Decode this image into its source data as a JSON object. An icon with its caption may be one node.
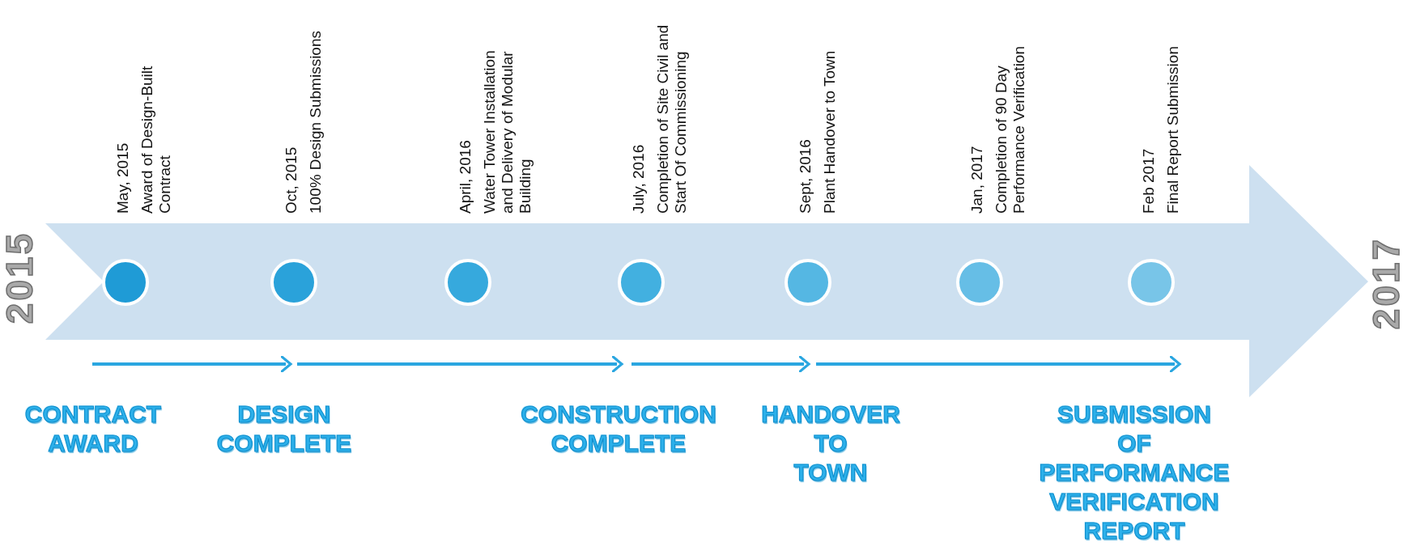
{
  "diagram": {
    "nodes": [
      {
        "text": [],
        "shape": "circle",
        "beside": [
          "May, 2015",
          "Award of Design-Built Contract"
        ]
      },
      {
        "text": [],
        "shape": "circle",
        "beside": [
          "Oct, 2015",
          "100% Design Submissions"
        ]
      },
      {
        "text": [],
        "shape": "circle",
        "beside": [
          "April, 2016",
          "Water Tower Installation and Delivery of Modular Building"
        ]
      },
      {
        "text": [],
        "shape": "circle",
        "beside": [
          "July, 2016",
          "Completion of Site Civil and Start Of Commissioning"
        ]
      },
      {
        "text": [],
        "shape": "circle",
        "beside": [
          "Sept, 2016",
          "Plant Handover to Town"
        ]
      },
      {
        "text": [],
        "shape": "circle",
        "beside": [
          "Jan, 2017",
          "Completion of 90 Day Performance Verification"
        ]
      },
      {
        "text": [],
        "shape": "circle",
        "beside": [
          "Feb 2017",
          "Final Report Submission"
        ]
      },
      {
        "text": [
          "CONTRACT AWARD"
        ]
      },
      {
        "text": [
          "DESIGN COMPLETE"
        ]
      },
      {
        "text": [
          "CONSTRUCTION COMPLETE"
        ]
      },
      {
        "text": [
          "HANDOVER TO TOWN"
        ]
      },
      {
        "text": [
          "SUBMISSION OF PERFORMANCE VERIFICATION REPORT"
        ]
      }
    ],
    "edges": [
      {
        "from": 7,
        "to": 8,
        "arrow": "to"
      },
      {
        "from": 8,
        "to": 9,
        "arrow": "to"
      },
      {
        "from": 9,
        "to": 10,
        "arrow": "to"
      },
      {
        "from": 10,
        "to": 11,
        "arrow": "to"
      }
    ],
    "labels": [
      "2015",
      "2017"
    ]
  }
}
